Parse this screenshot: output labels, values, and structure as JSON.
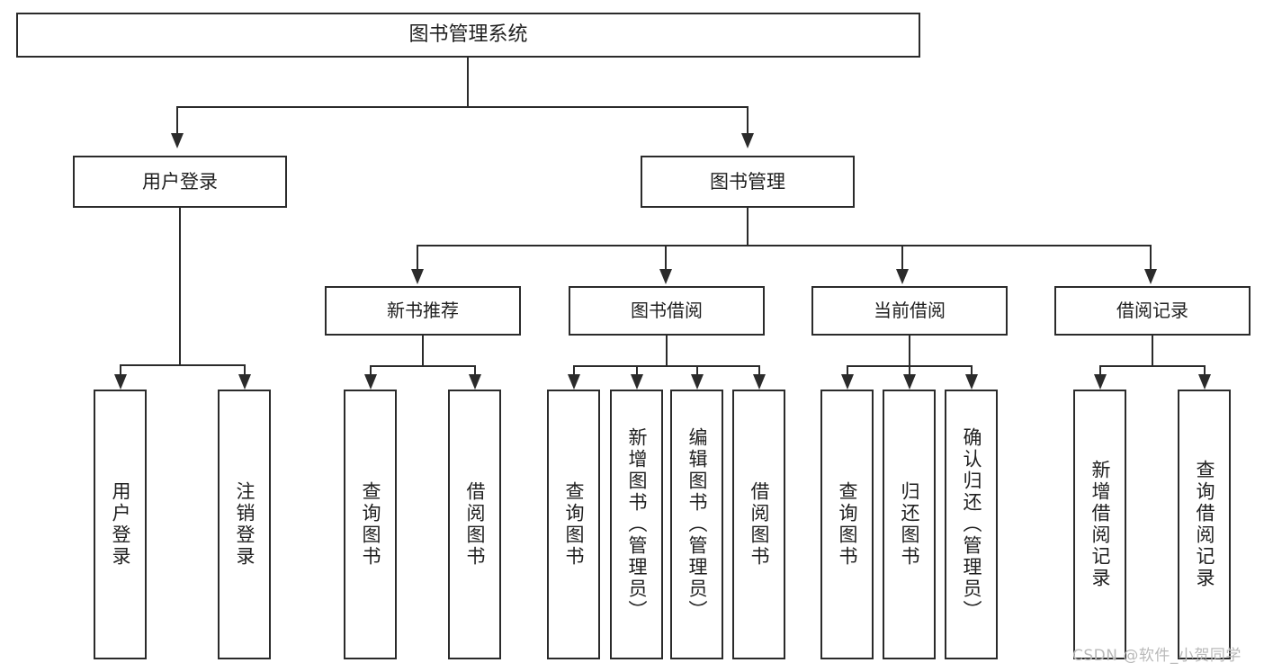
{
  "diagram": {
    "title": "图书管理系统",
    "type": "功能结构图",
    "watermark": "CSDN @软件_小贺同学",
    "line_color": "#2b2b2b",
    "box_fill": "#ffffff",
    "text_color": "#1f1f1f",
    "watermark_color": "#b9b9b9"
  },
  "root": {
    "label": "图书管理系统"
  },
  "level1": [
    {
      "label": "用户登录"
    },
    {
      "label": "图书管理"
    }
  ],
  "level2": [
    {
      "label": "新书推荐"
    },
    {
      "label": "图书借阅"
    },
    {
      "label": "当前借阅"
    },
    {
      "label": "借阅记录"
    }
  ],
  "leaves": {
    "user_login": [
      {
        "label": "用户登录"
      },
      {
        "label": "注销登录"
      }
    ],
    "new_book": [
      {
        "label": "查询图书"
      },
      {
        "label": "借阅图书"
      }
    ],
    "book_borrow": [
      {
        "label": "查询图书"
      },
      {
        "label": "新增图书（管理员）"
      },
      {
        "label": "编辑图书（管理员）"
      },
      {
        "label": "借阅图书"
      }
    ],
    "current_borrow": [
      {
        "label": "查询图书"
      },
      {
        "label": "归还图书"
      },
      {
        "label": "确认归还（管理员）"
      }
    ],
    "borrow_record": [
      {
        "label": "新增借阅记录"
      },
      {
        "label": "查询借阅记录"
      }
    ]
  }
}
